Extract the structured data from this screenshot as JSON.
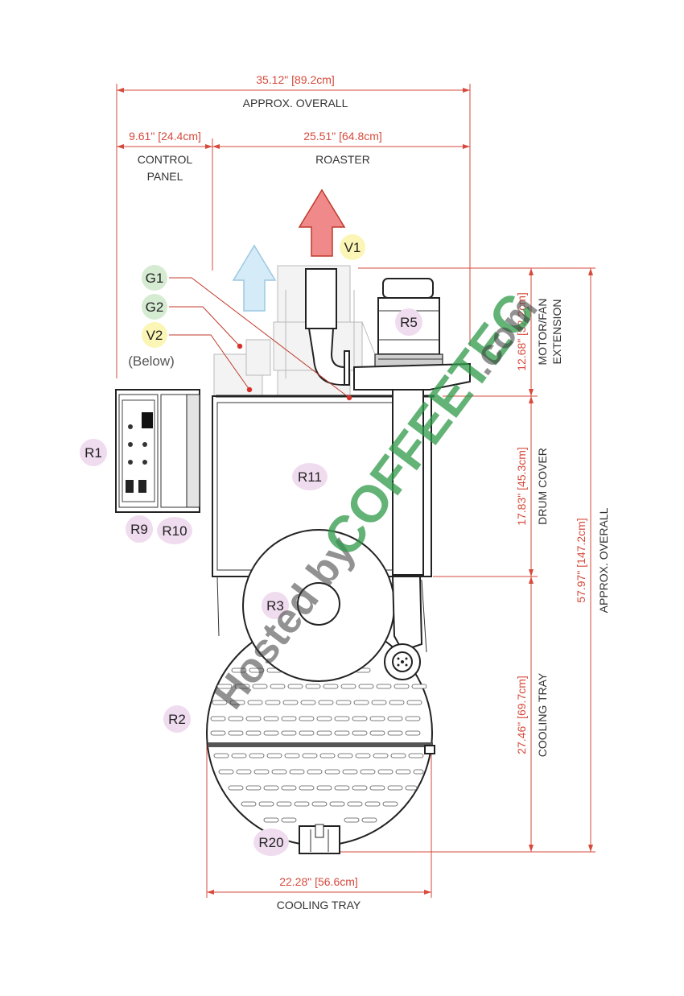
{
  "dimensions": {
    "overall_width": {
      "value": "35.12\" [89.2cm]",
      "caption": "APPROX. OVERALL"
    },
    "control_panel": {
      "value": "9.61\" [24.4cm]",
      "caption_line1": "CONTROL",
      "caption_line2": "PANEL"
    },
    "roaster": {
      "value": "25.51\" [64.8cm]",
      "caption": "ROASTER"
    },
    "motor_fan": {
      "value": "12.68\" [32.2cm]",
      "caption_line1": "MOTOR/FAN",
      "caption_line2": "EXTENSION"
    },
    "drum_cover": {
      "value": "17.83\" [45.3cm]",
      "caption": "DRUM COVER"
    },
    "cooling_tray_height": {
      "value": "27.46\" [69.7cm]",
      "caption": "COOLING TRAY"
    },
    "overall_height": {
      "value": "57.97\" [147.2cm]",
      "caption": "APPROX. OVERALL"
    },
    "cooling_tray_width": {
      "value": "22.28\" [56.6cm]",
      "caption": "COOLING TRAY"
    }
  },
  "badges": {
    "g1": "G1",
    "g2": "G2",
    "v2": "V2",
    "v2_note": "(Below)",
    "v1": "V1",
    "r5": "R5",
    "r1": "R1",
    "r9": "R9",
    "r10": "R10",
    "r11": "R11",
    "r3": "R3",
    "r2": "R2",
    "r20": "R20"
  },
  "badge_colors": {
    "green": "#d6ecd2",
    "yellow": "#fbf6b5",
    "purple": "#f0dcef"
  },
  "arrow_colors": {
    "exhaust": "#f08a8a",
    "intake": "#cfe8f7"
  },
  "watermark": {
    "line1": "Hosted by",
    "brand": "COFFEETEC",
    "suffix": ".com",
    "brand_color": "#2f9a4a"
  }
}
